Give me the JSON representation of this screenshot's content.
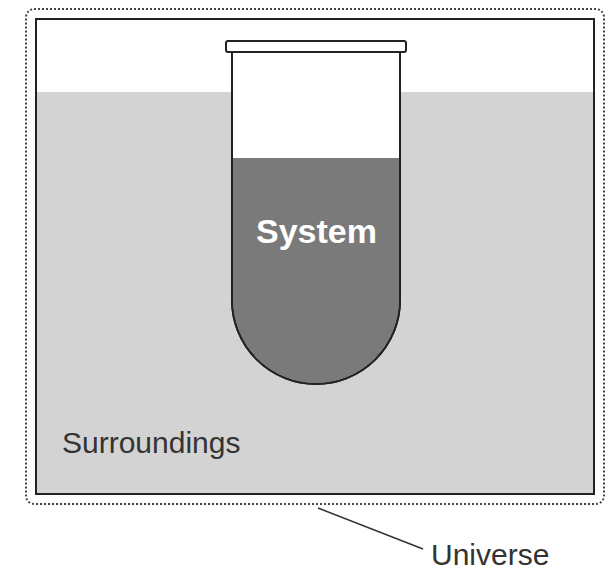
{
  "diagram": {
    "nodes": [
      {
        "text": [
          "Universe"
        ]
      },
      {
        "text": [
          "Surroundings"
        ],
        "in": 0
      },
      {
        "text": [
          "System"
        ],
        "in": 1
      }
    ]
  }
}
